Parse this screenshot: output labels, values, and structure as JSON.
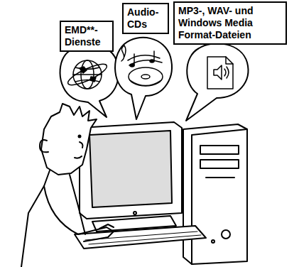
{
  "diagram": {
    "nodes": [
      {
        "text": [
          "EMD**- Dienste"
        ]
      },
      {
        "text": [
          "Audio- CDs"
        ]
      },
      {
        "text": [
          "MP3-, WAV- und Windows Media Format-Dateien"
        ]
      }
    ]
  }
}
